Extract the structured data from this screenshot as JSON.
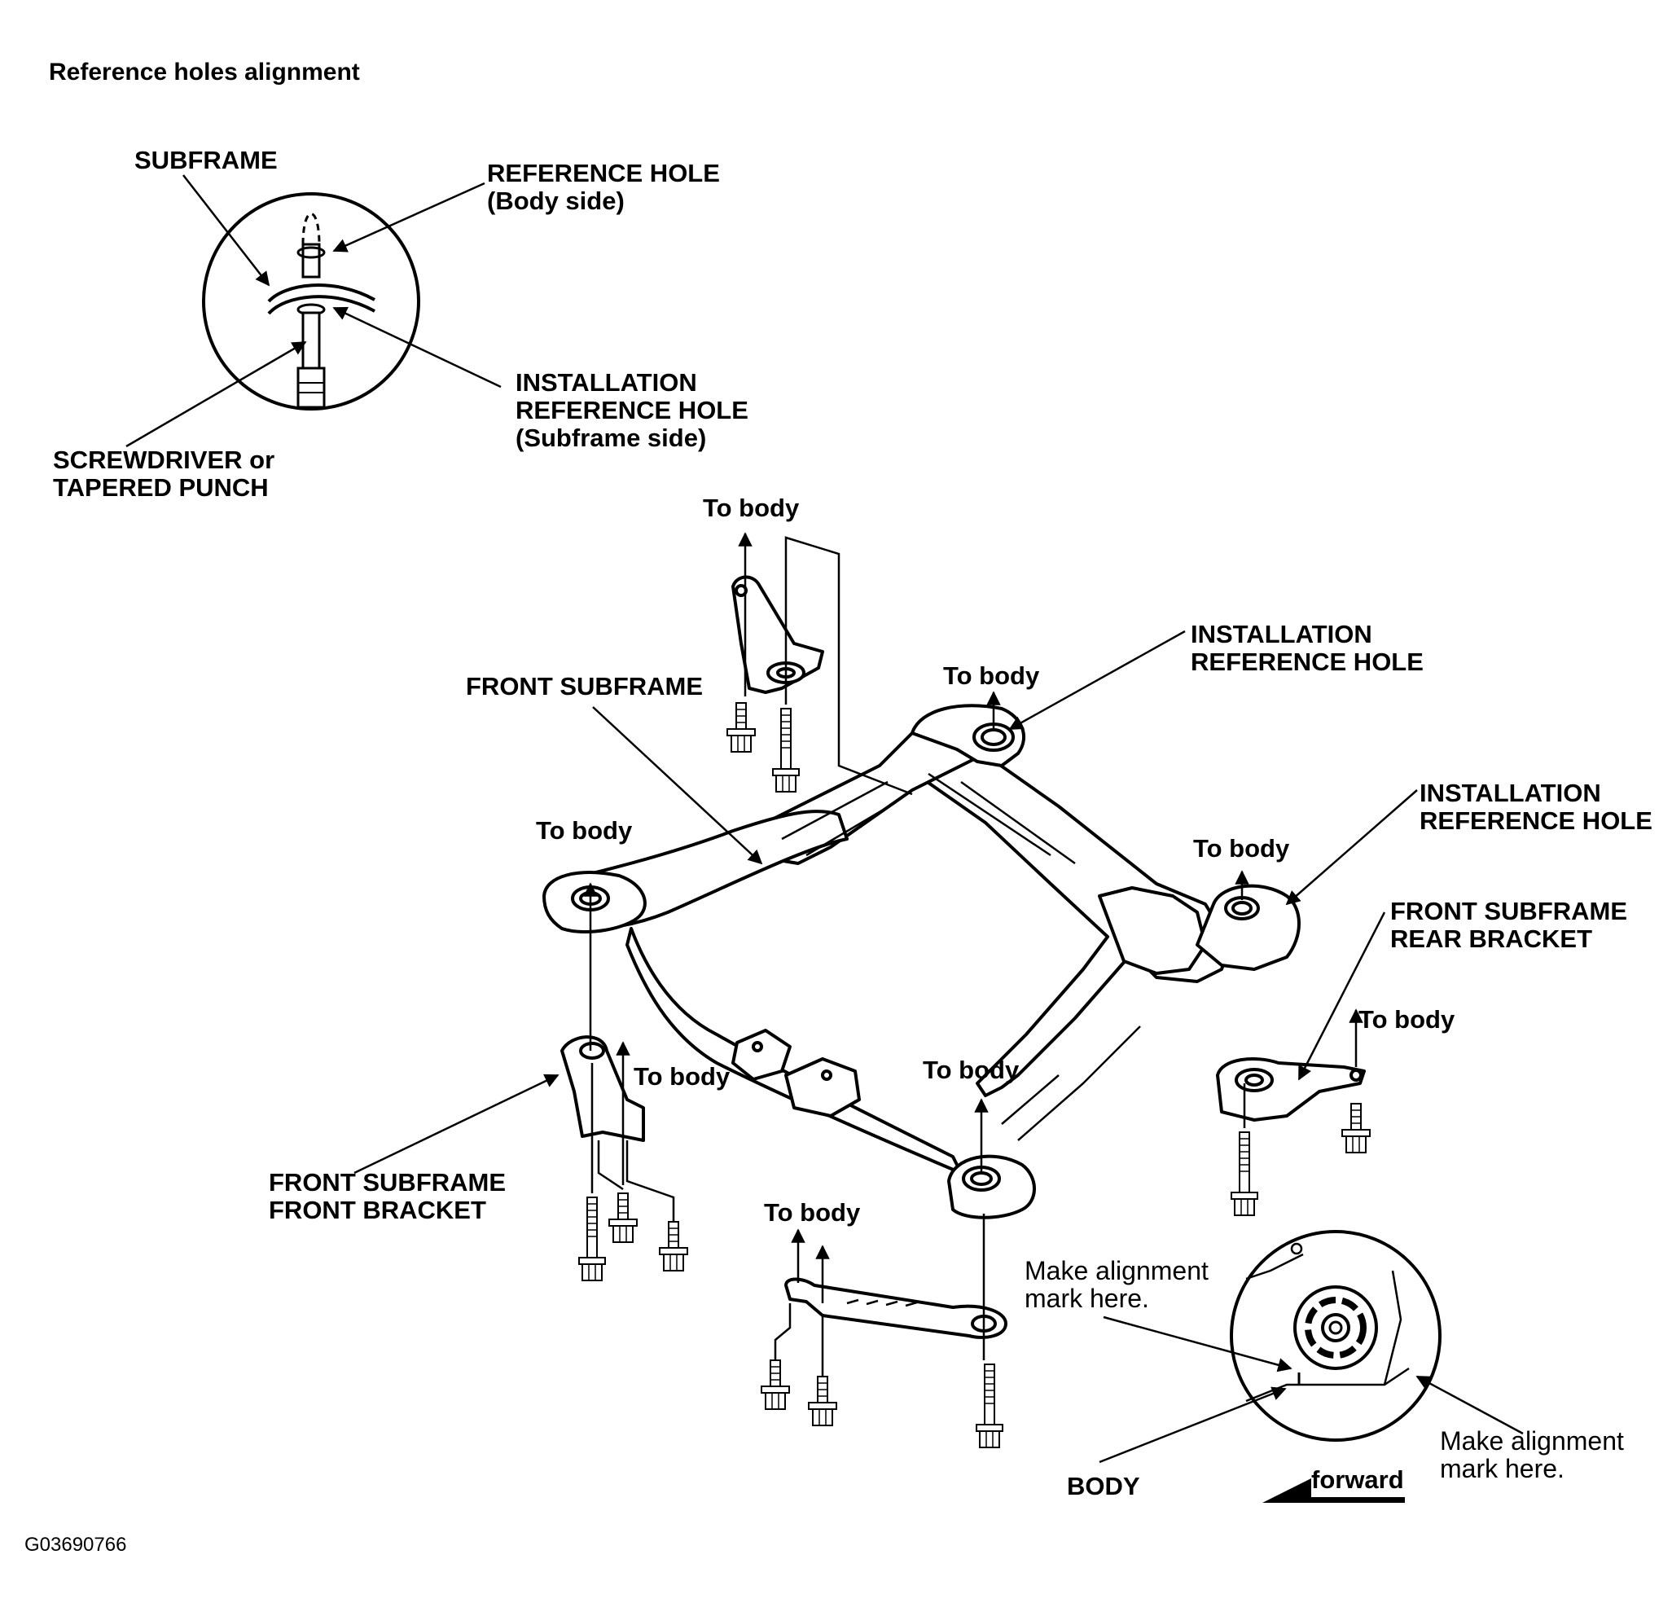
{
  "header": {
    "title": "Reference holes alignment"
  },
  "inset": {
    "subframe": "SUBFRAME",
    "reference_hole": "REFERENCE HOLE\n(Body side)",
    "installation_reference_hole": "INSTALLATION\nREFERENCE HOLE\n(Subframe side)",
    "tool": "SCREWDRIVER or\nTAPERED PUNCH"
  },
  "main": {
    "front_subframe": "FRONT SUBFRAME",
    "installation_reference_hole_upper": "INSTALLATION\nREFERENCE HOLE",
    "installation_reference_hole_right": "INSTALLATION\nREFERENCE HOLE",
    "rear_bracket": "FRONT SUBFRAME\nREAR BRACKET",
    "front_bracket": "FRONT SUBFRAME\nFRONT BRACKET",
    "to_body": "To body"
  },
  "detail": {
    "mark_here": "Make alignment\nmark here.",
    "body": "BODY",
    "forward": "forward"
  },
  "footer": {
    "figure_code": "G03690766"
  }
}
